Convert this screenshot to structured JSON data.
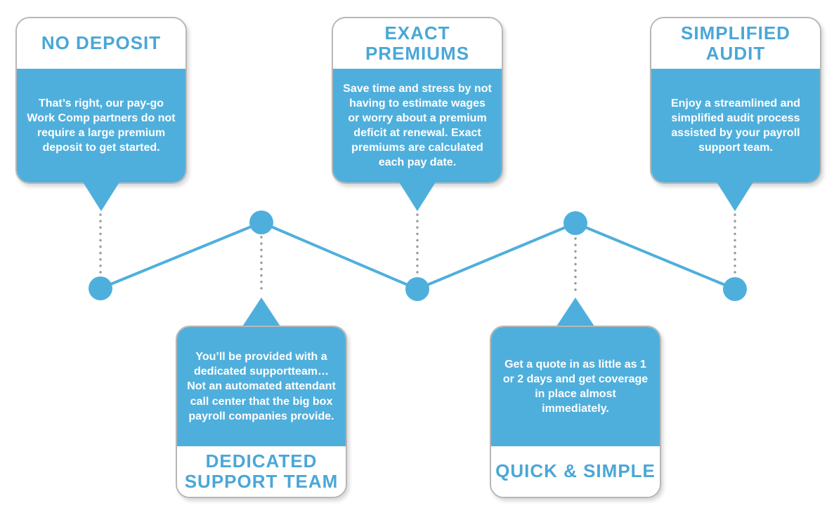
{
  "diagram": {
    "colors": {
      "accent": "#4fafdc",
      "title_text": "#4aa7d7",
      "card_border": "#b7b7b7",
      "dotted_connector": "#9b9b9b",
      "body_text": "#ffffff",
      "background": "#ffffff"
    },
    "timeline": {
      "type": "zigzag-timeline",
      "node_count": 5,
      "node_shape": "filled-circle"
    },
    "cards": [
      {
        "id": "no-deposit",
        "position": "top-1",
        "title": "NO DEPOSIT",
        "body": "That’s right, our pay-go Work Comp partners do not require a large premium deposit to get started."
      },
      {
        "id": "dedicated-support-team",
        "position": "bottom-2",
        "title": "DEDICATED SUPPORT TEAM",
        "body": "You’ll be provided with a dedicated supportteam… Not an automated attendant call center that the big box payroll companies provide."
      },
      {
        "id": "exact-premiums",
        "position": "top-3",
        "title": "EXACT PREMIUMS",
        "body": "Save time and stress by not having to estimate wages or worry about a premium deficit at renewal. Exact premiums are calculated each pay date."
      },
      {
        "id": "quick-and-simple",
        "position": "bottom-4",
        "title": "QUICK & SIMPLE",
        "body": "Get a quote in as little as 1 or 2 days and get coverage in place almost immediately."
      },
      {
        "id": "simplified-audit",
        "position": "top-5",
        "title": "SIMPLIFIED AUDIT",
        "body": "Enjoy a streamlined and simplified audit process assisted by your payroll support team."
      }
    ]
  }
}
